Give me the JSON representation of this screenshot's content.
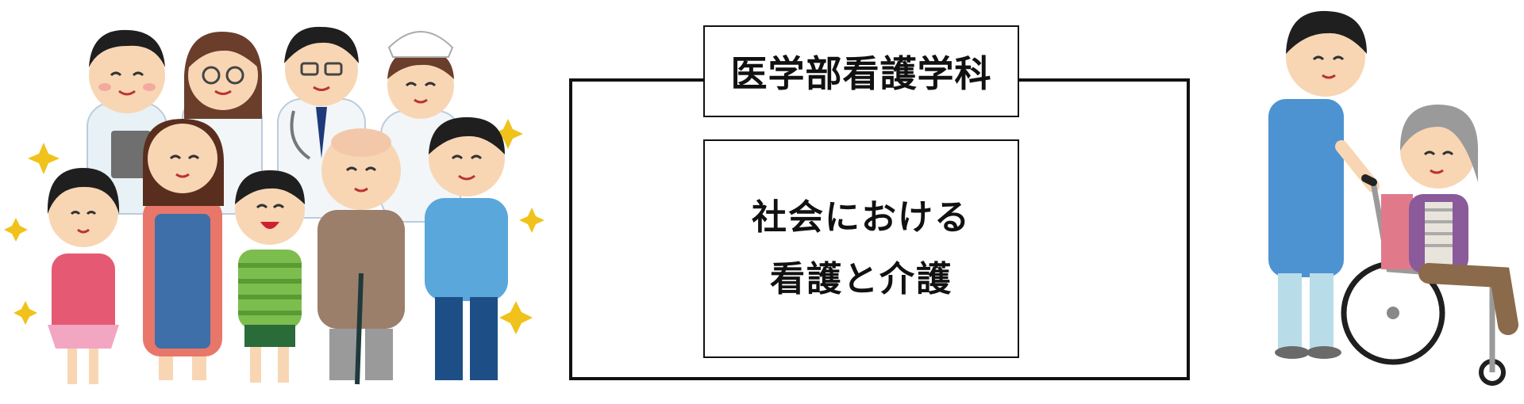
{
  "header": {
    "department": "医学部看護学科"
  },
  "topic": {
    "line1": "社会における",
    "line2": "看護と介護"
  },
  "illustrations": {
    "left": "group-of-people-illustration",
    "right": "caregiver-pushing-wheelchair-illustration"
  },
  "colors": {
    "border": "#111111",
    "skin": "#f8d6b4",
    "nurse_blue": "#4d93d1",
    "hair": "#1f1f1f",
    "sparkle": "#f0c21b"
  }
}
